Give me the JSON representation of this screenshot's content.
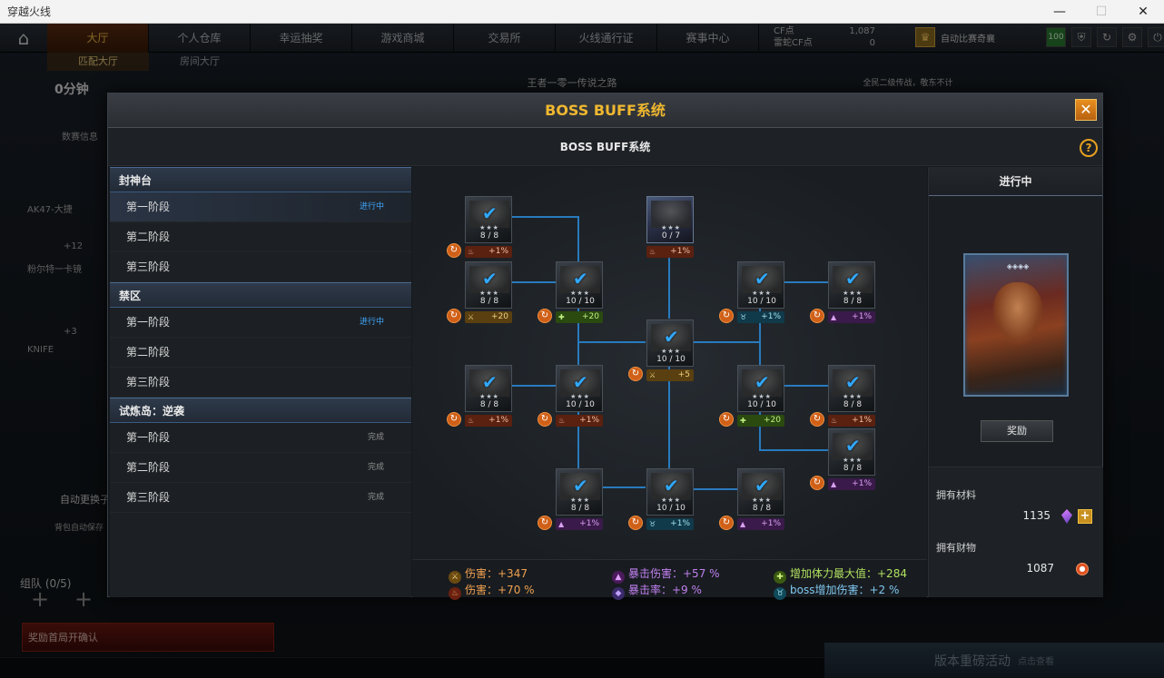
{
  "window": {
    "title": "穿越火线",
    "minimize": "—",
    "maximize": "☐",
    "close": "✕"
  },
  "topnav": {
    "items": [
      "大厅",
      "个人仓库",
      "幸运抽奖",
      "游戏商城",
      "交易所",
      "火线通行证",
      "赛事中心"
    ],
    "cf_label": "CF点",
    "cf_value": "1,087",
    "cfv_label": "雷蛇CF点",
    "cfv_value": "0",
    "rank_text": "自动比赛奇襄",
    "level": "100"
  },
  "subnav": {
    "items": [
      "匹配大厅",
      "房间大厅"
    ]
  },
  "background": {
    "banner_mid": "王者一零一传说之路",
    "banner_right": "全民二级传战，敬东不计",
    "time": "0分钟",
    "info_tab": "数赛信息",
    "weapon1": "AK47-大捷",
    "weapon1_val": "+12",
    "weapon2": "粉尔特一卡镜",
    "weapon2_val": "+3",
    "knife": "KNIFE",
    "auto_change": "自动更换子",
    "auto_save": "背包自动保存",
    "team": "组队 (0/5)",
    "confirm": "奖励首局开确认",
    "version_btn": "版本重磅活动",
    "version_sub": "点击查看"
  },
  "modal": {
    "title": "BOSS BUFF系统",
    "subtitle": "BOSS BUFF系统",
    "close_glyph": "✕",
    "help_glyph": "?"
  },
  "stages": [
    {
      "group": "封神台",
      "items": [
        {
          "label": "第一阶段",
          "status": "进行中",
          "active": true
        },
        {
          "label": "第二阶段",
          "status": ""
        },
        {
          "label": "第三阶段",
          "status": ""
        }
      ]
    },
    {
      "group": "禁区",
      "items": [
        {
          "label": "第一阶段",
          "status": "进行中",
          "active": true
        },
        {
          "label": "第二阶段",
          "status": ""
        },
        {
          "label": "第三阶段",
          "status": ""
        }
      ]
    },
    {
      "group": "试炼岛：逆袭",
      "items": [
        {
          "label": "第一阶段",
          "status": "完成"
        },
        {
          "label": "第二阶段",
          "status": "完成"
        },
        {
          "label": "第三阶段",
          "status": "完成"
        }
      ]
    }
  ],
  "tree": {
    "nodes": [
      {
        "id": "n1",
        "progress": "8 / 8",
        "bonus": "+1%",
        "kind": "fire",
        "checked": true
      },
      {
        "id": "n2",
        "progress": "0 / 7",
        "bonus": "+1%",
        "kind": "fire",
        "checked": false,
        "boss": true
      },
      {
        "id": "n3",
        "progress": "8 / 8",
        "bonus": "+20",
        "kind": "gold",
        "checked": true
      },
      {
        "id": "n4",
        "progress": "10 / 10",
        "bonus": "+20",
        "kind": "green",
        "checked": true
      },
      {
        "id": "n5",
        "progress": "10 / 10",
        "bonus": "+1%",
        "kind": "blue",
        "checked": true
      },
      {
        "id": "n6",
        "progress": "8 / 8",
        "bonus": "+1%",
        "kind": "purple",
        "checked": true
      },
      {
        "id": "n7",
        "progress": "10 / 10",
        "bonus": "+5",
        "kind": "gold",
        "checked": true
      },
      {
        "id": "n8",
        "progress": "8 / 8",
        "bonus": "+1%",
        "kind": "fire",
        "checked": true
      },
      {
        "id": "n9",
        "progress": "10 / 10",
        "bonus": "+1%",
        "kind": "fire",
        "checked": true
      },
      {
        "id": "n10",
        "progress": "10 / 10",
        "bonus": "+20",
        "kind": "green",
        "checked": true
      },
      {
        "id": "n11",
        "progress": "8 / 8",
        "bonus": "+1%",
        "kind": "fire",
        "checked": true
      },
      {
        "id": "n12",
        "progress": "8 / 8",
        "bonus": "+1%",
        "kind": "purple",
        "checked": true
      },
      {
        "id": "n13",
        "progress": "8 / 8",
        "bonus": "+1%",
        "kind": "purple",
        "checked": true
      },
      {
        "id": "n14",
        "progress": "10 / 10",
        "bonus": "+1%",
        "kind": "blue",
        "checked": true
      },
      {
        "id": "n15",
        "progress": "8 / 8",
        "bonus": "+1%",
        "kind": "purple",
        "checked": true
      }
    ]
  },
  "summary": {
    "damage": "伤害：+347",
    "damage_pct": "伤害：+70 %",
    "crit_damage": "暴击伤害：+57 %",
    "crit_rate": "暴击率：+9 %",
    "max_hp": "增加体力最大值：+284",
    "boss_damage": "boss增加伤害：+2 %"
  },
  "right_panel": {
    "status": "进行中",
    "reward_button": "奖励",
    "materials_label": "拥有材料",
    "materials_value": "1135",
    "props_label": "拥有财物",
    "props_value": "1087",
    "plus_glyph": "+"
  },
  "colors": {
    "accent_gold": "#f0b830",
    "active_blue": "#40a8ff",
    "line_blue": "#2a8ad8"
  }
}
